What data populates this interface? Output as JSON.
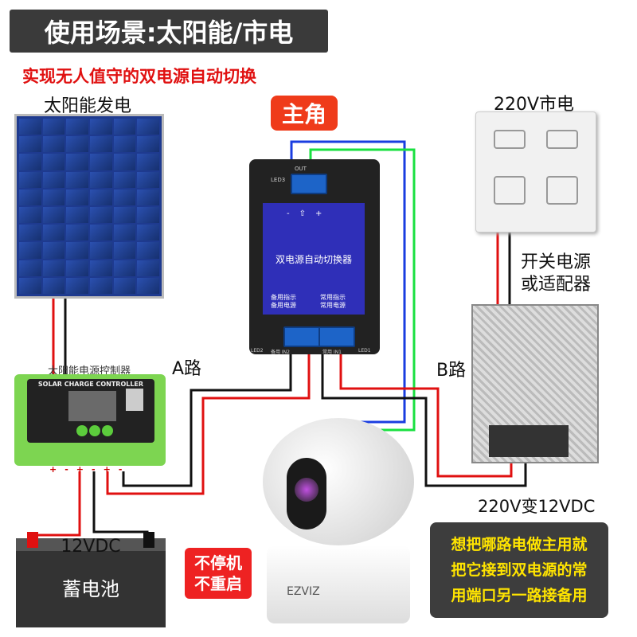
{
  "title": "使用场景:太阳能/市电",
  "subtitle": "实现无人值守的双电源自动切换",
  "solar_label": "太阳能发电",
  "hero_badge": "主角",
  "mains_label": "220V市电",
  "psu_label": [
    "开关电源",
    "或适配器"
  ],
  "route_a": "A路",
  "route_b": "B路",
  "controller": {
    "title": "太阳能电源控制器",
    "brand": "SOLAR CHARGE CONTROLLER",
    "terminals": [
      "+",
      "-",
      "+",
      "-",
      "+",
      "-"
    ]
  },
  "device": {
    "name": "双电源自动切换器",
    "out_label": "OUT",
    "led3": "LED3",
    "top_marks": [
      "-",
      "⇧",
      "+"
    ],
    "backup": [
      "备用指示",
      "备用电源"
    ],
    "main": [
      "常用指示",
      "常用电源"
    ],
    "in2": "备用 IN2",
    "in1": "常用 IN1",
    "led2": "LED2",
    "led1": "LED1"
  },
  "battery": {
    "voltage": "12VDC",
    "name": "蓄电池"
  },
  "no_stop": [
    "不停机",
    "不重启"
  ],
  "conversion": "220V变12VDC",
  "note": [
    "想把哪路电做主用就",
    "把它接到双电源的常",
    "用端口另一路接备用"
  ],
  "camera_brand": "EZVIZ"
}
